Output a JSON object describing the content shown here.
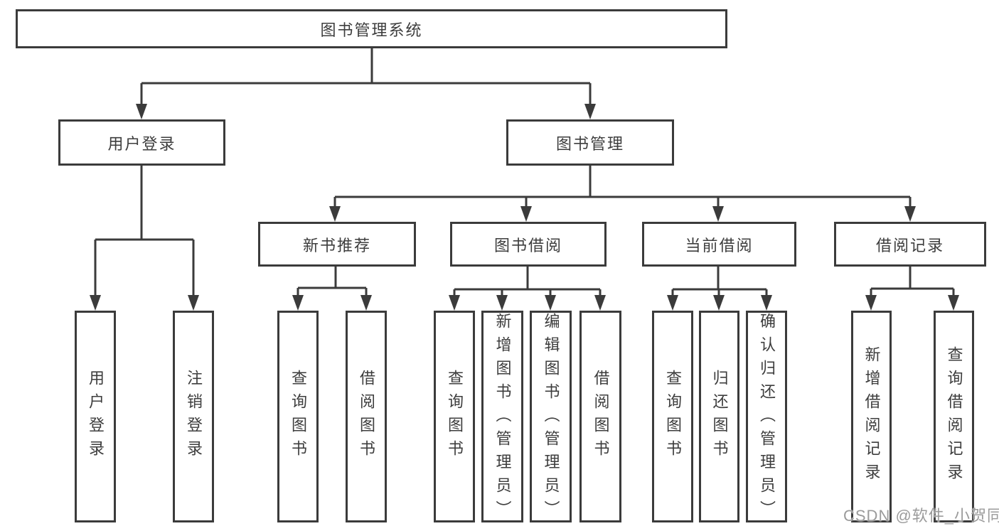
{
  "diagram_title": "图书管理系统",
  "watermark": "CSDN @软件_小贺同学",
  "colors": {
    "line": "#3b3b3b",
    "box_border": "#3b3b3b",
    "text": "#3d3d3d",
    "watermark": "#9b9b9b",
    "background": "#ffffff"
  },
  "nodes": {
    "root": "图书管理系统",
    "user_login": "用户登录",
    "book_mgmt": "图书管理",
    "new_books": "新书推荐",
    "borrow": "图书借阅",
    "current": "当前借阅",
    "records": "借阅记录",
    "leaf_user_login": "用户登录",
    "leaf_logout": "注销登录",
    "leaf_nb_query": "查询图书",
    "leaf_nb_borrow": "借阅图书",
    "leaf_bw_query": "查询图书",
    "leaf_bw_add": "新增图书（管理员）",
    "leaf_bw_edit": "编辑图书（管理员）",
    "leaf_bw_borrow": "借阅图书",
    "leaf_cur_query": "查询图书",
    "leaf_cur_return": "归还图书",
    "leaf_cur_confirm": "确认归还（管理员）",
    "leaf_rec_add": "新增借阅记录",
    "leaf_rec_query": "查询借阅记录"
  },
  "hierarchy": {
    "图书管理系统": {
      "用户登录": [
        "用户登录",
        "注销登录"
      ],
      "图书管理": {
        "新书推荐": [
          "查询图书",
          "借阅图书"
        ],
        "图书借阅": [
          "查询图书",
          "新增图书（管理员）",
          "编辑图书（管理员）",
          "借阅图书"
        ],
        "当前借阅": [
          "查询图书",
          "归还图书",
          "确认归还（管理员）"
        ],
        "借阅记录": [
          "新增借阅记录",
          "查询借阅记录"
        ]
      }
    }
  }
}
